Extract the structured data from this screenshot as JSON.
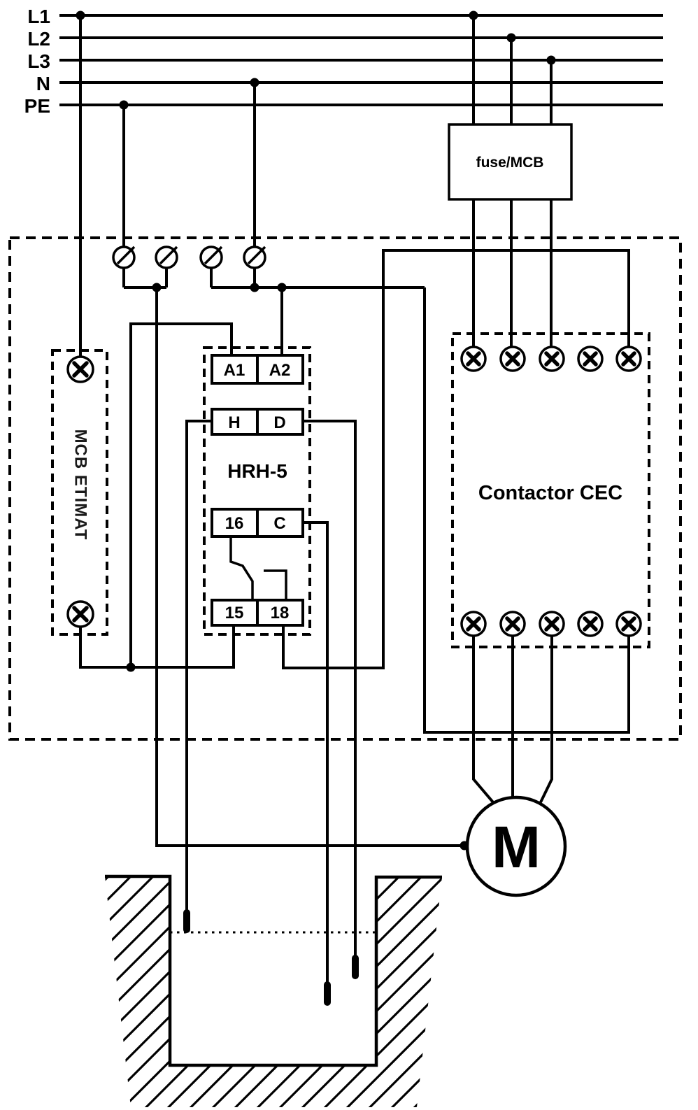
{
  "colors": {
    "ink": "#000000",
    "paper": "#ffffff",
    "label_gray": "#1a1a1a"
  },
  "power_bus": {
    "labels": [
      "L1",
      "L2",
      "L3",
      "N",
      "PE"
    ]
  },
  "fuse_box": {
    "label": "fuse/MCB"
  },
  "breaker": {
    "label": "MCB ETIMAT"
  },
  "relay": {
    "title": "HRH-5",
    "terminals": {
      "supply_a1": "A1",
      "supply_a2": "A2",
      "probe_h": "H",
      "probe_d": "D",
      "contact_16": "16",
      "probe_c": "C",
      "contact_15": "15",
      "contact_18": "18"
    }
  },
  "contactor": {
    "label": "Contactor CEC"
  },
  "motor": {
    "label": "M"
  }
}
